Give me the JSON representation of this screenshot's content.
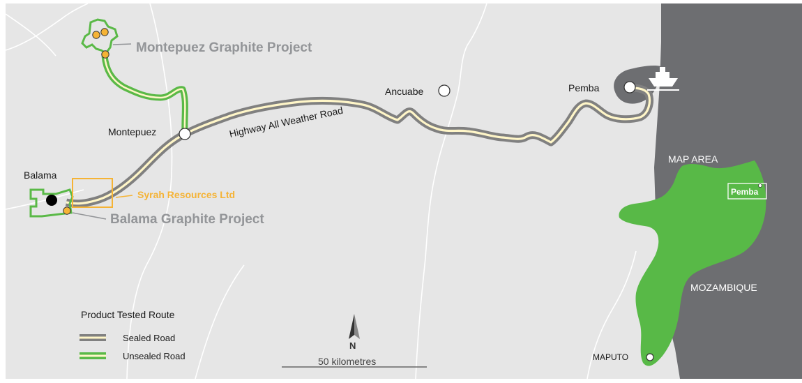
{
  "places": {
    "montepuez": "Montepuez",
    "balama": "Balama",
    "ancuabe": "Ancuabe",
    "pemba": "Pemba",
    "maputo": "MAPUTO"
  },
  "projects": {
    "montepuez_project": "Montepuez Graphite Project",
    "balama_project": "Balama Graphite Project",
    "syrah": "Syrah Resources Ltd"
  },
  "road_label": "Highway All Weather Road",
  "inset": {
    "map_area": "MAP AREA",
    "country": "MOZAMBIQUE",
    "pemba_box": "Pemba"
  },
  "legend": {
    "title": "Product Tested Route",
    "sealed": "Sealed Road",
    "unsealed": "Unsealed Road"
  },
  "scale": {
    "label": "50 kilometres",
    "north": "N"
  },
  "colors": {
    "background": "#e6e6e6",
    "sea": "#6d6e71",
    "unsealed_green": "#5ab947",
    "sealed_grey": "#808080",
    "road_core": "#fff6c8",
    "project_text": "#939598",
    "syrah_orange": "#f5b335",
    "inset_green": "#58b947"
  }
}
